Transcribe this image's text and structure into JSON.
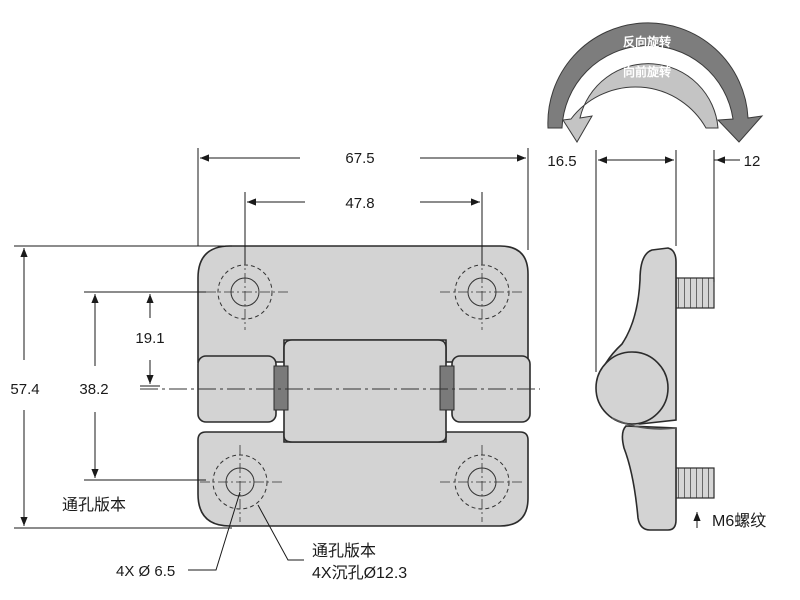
{
  "colors": {
    "body_fill": "#d3d3d3",
    "body_stroke": "#2b2b2b",
    "gasket": "#7a7a7a",
    "thread": "#cfcfcf",
    "arrow_outer": "#7d7d7d",
    "arrow_inner": "#c0c0c0"
  },
  "rotation": {
    "reverse_label": "反向旋转",
    "forward_label": "向前旋转"
  },
  "dimensions": {
    "overall_width": "67.5",
    "hole_spacing_x": "47.8",
    "overall_height": "57.4",
    "hole_spacing_y": "38.2",
    "hole_to_axis": "19.1",
    "side_left": "16.5",
    "side_right": "12"
  },
  "labels": {
    "through_hole_version": "通孔版本",
    "hole_count_diameter": "4X Ø 6.5",
    "through_hole_version_2": "通孔版本",
    "counterbore": "4X沉孔Ø12.3",
    "thread_spec": "M6螺纹"
  }
}
